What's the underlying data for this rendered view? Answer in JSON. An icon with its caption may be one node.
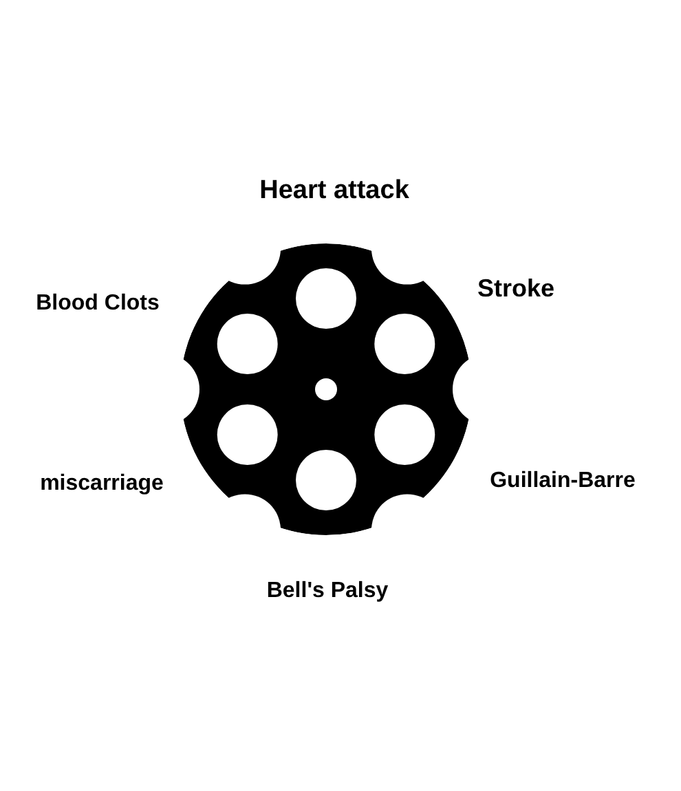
{
  "diagram": {
    "labels": [
      "Heart attack",
      "Blood Clots",
      "Stroke",
      "miscarriage",
      "Guillain-Barre",
      "Bell's Palsy"
    ]
  }
}
